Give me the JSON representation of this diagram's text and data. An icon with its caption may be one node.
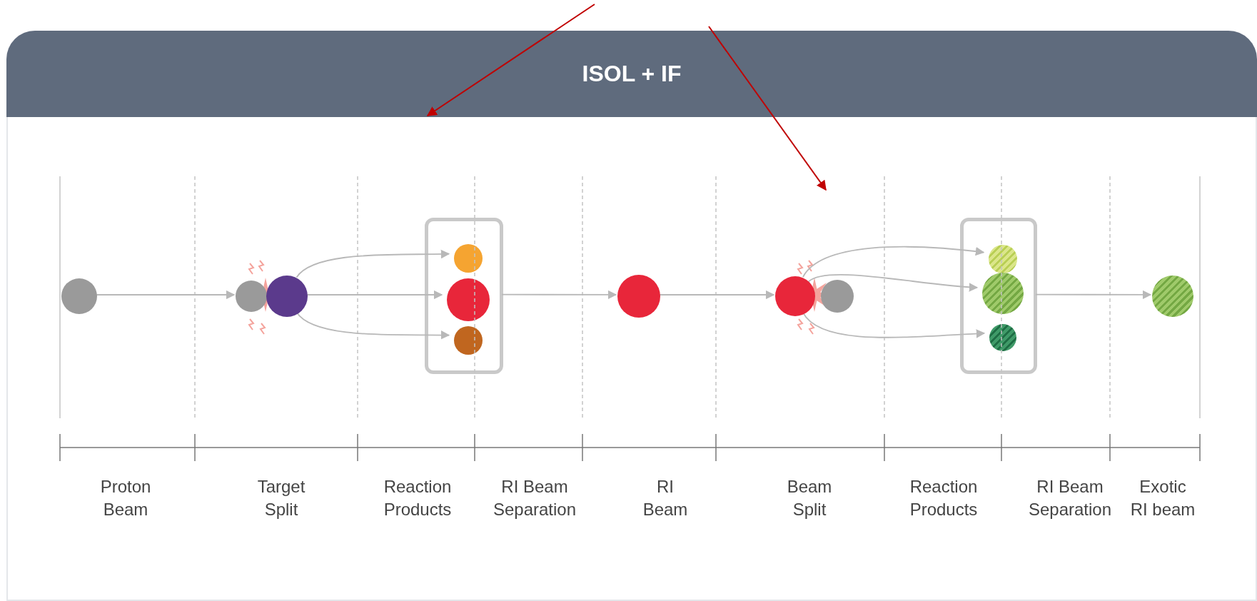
{
  "diagram": {
    "nodes": [
      {
        "text": [
          "ISOL + IF"
        ]
      },
      {
        "text": [],
        "shape": "circle",
        "in": 0
      },
      {
        "text": [],
        "shape": "circle",
        "in": 0
      },
      {
        "text": [],
        "shape": "circle",
        "in": 0
      },
      {
        "text": [],
        "shape": "box",
        "in": 0
      },
      {
        "text": [],
        "shape": "circle",
        "in": 4
      },
      {
        "text": [],
        "shape": "circle",
        "in": 4
      },
      {
        "text": [],
        "shape": "circle",
        "in": 4
      },
      {
        "text": [],
        "shape": "circle",
        "in": 0
      },
      {
        "text": [],
        "shape": "circle",
        "in": 0
      },
      {
        "text": [],
        "shape": "circle",
        "in": 0
      },
      {
        "text": [],
        "shape": "box",
        "in": 0
      },
      {
        "text": [],
        "shape": "circle",
        "in": 11
      },
      {
        "text": [],
        "shape": "circle",
        "in": 11
      },
      {
        "text": [],
        "shape": "circle",
        "in": 11
      },
      {
        "text": [],
        "shape": "circle",
        "in": 0
      }
    ],
    "edges": [
      {
        "from": 1,
        "to": 2,
        "arrow": "to"
      },
      {
        "from": 3,
        "to": 5,
        "arrow": "to"
      },
      {
        "from": 3,
        "to": 6,
        "arrow": "to"
      },
      {
        "from": 3,
        "to": 7,
        "arrow": "to"
      },
      {
        "from": 4,
        "to": 8,
        "arrow": "to"
      },
      {
        "from": 8,
        "to": 9,
        "arrow": "to"
      },
      {
        "from": 9,
        "to": 12,
        "arrow": "to"
      },
      {
        "from": 9,
        "to": 13,
        "arrow": "to"
      },
      {
        "from": 9,
        "to": 14,
        "arrow": "to"
      },
      {
        "from": 11,
        "to": 15,
        "arrow": "to"
      }
    ],
    "labels": [
      "Proton Beam",
      "Target Split",
      "Reaction Products",
      "RI Beam Separation",
      "RI Beam",
      "Beam Split",
      "Reaction Products",
      "RI Beam Separation",
      "Exotic RI beam"
    ]
  }
}
